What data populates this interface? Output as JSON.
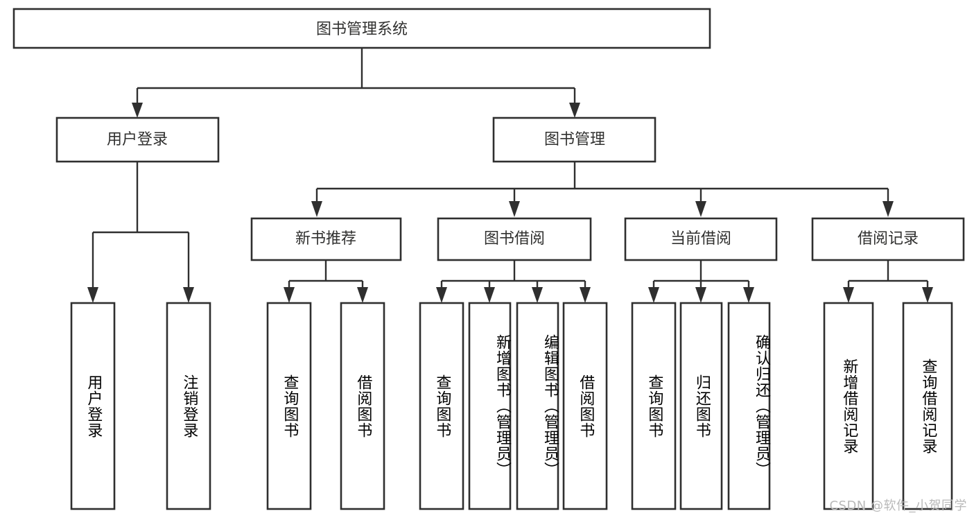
{
  "diagram": {
    "type": "tree-hierarchy-flowchart",
    "title": "图书管理系统",
    "watermark": "CSDN @软件_小贺同学",
    "colors": {
      "box_stroke": "#2f2f2f",
      "box_fill": "#ffffff",
      "text": "#30302f",
      "connector": "#2f2f2f",
      "watermark": "#b9b9b9",
      "background": "#ffffff"
    },
    "levels": {
      "level1": [
        {
          "id": "root",
          "label": "图书管理系统",
          "orientation": "horizontal"
        }
      ],
      "level2": [
        {
          "id": "user-login",
          "label": "用户登录",
          "orientation": "horizontal"
        },
        {
          "id": "book-manage",
          "label": "图书管理",
          "orientation": "horizontal"
        }
      ],
      "level3": [
        {
          "id": "new-book-recommend",
          "label": "新书推荐",
          "orientation": "horizontal"
        },
        {
          "id": "book-borrow",
          "label": "图书借阅",
          "orientation": "horizontal"
        },
        {
          "id": "current-borrow",
          "label": "当前借阅",
          "orientation": "horizontal"
        },
        {
          "id": "borrow-record",
          "label": "借阅记录",
          "orientation": "horizontal"
        }
      ],
      "level4": [
        {
          "id": "leaf-user-login",
          "label": "用户登录",
          "parent": "user-login",
          "orientation": "vertical"
        },
        {
          "id": "leaf-logout-login",
          "label": "注销登录",
          "parent": "user-login",
          "orientation": "vertical"
        },
        {
          "id": "leaf-query-book-1",
          "label": "查询图书",
          "parent": "new-book-recommend",
          "orientation": "vertical"
        },
        {
          "id": "leaf-borrow-book-1",
          "label": "借阅图书",
          "parent": "new-book-recommend",
          "orientation": "vertical"
        },
        {
          "id": "leaf-query-book-2",
          "label": "查询图书",
          "parent": "book-borrow",
          "orientation": "vertical"
        },
        {
          "id": "leaf-add-book",
          "label": "新增图书（管理员）",
          "parent": "book-borrow",
          "orientation": "vertical"
        },
        {
          "id": "leaf-edit-book",
          "label": "编辑图书（管理员）",
          "parent": "book-borrow",
          "orientation": "vertical"
        },
        {
          "id": "leaf-borrow-book-2",
          "label": "借阅图书",
          "parent": "book-borrow",
          "orientation": "vertical"
        },
        {
          "id": "leaf-query-book-3",
          "label": "查询图书",
          "parent": "current-borrow",
          "orientation": "vertical"
        },
        {
          "id": "leaf-return-book",
          "label": "归还图书",
          "parent": "current-borrow",
          "orientation": "vertical"
        },
        {
          "id": "leaf-confirm-return",
          "label": "确认归还（管理员）",
          "parent": "current-borrow",
          "orientation": "vertical"
        },
        {
          "id": "leaf-add-record",
          "label": "新增借阅记录",
          "parent": "borrow-record",
          "orientation": "vertical"
        },
        {
          "id": "leaf-query-record",
          "label": "查询借阅记录",
          "parent": "borrow-record",
          "orientation": "vertical"
        }
      ]
    }
  }
}
